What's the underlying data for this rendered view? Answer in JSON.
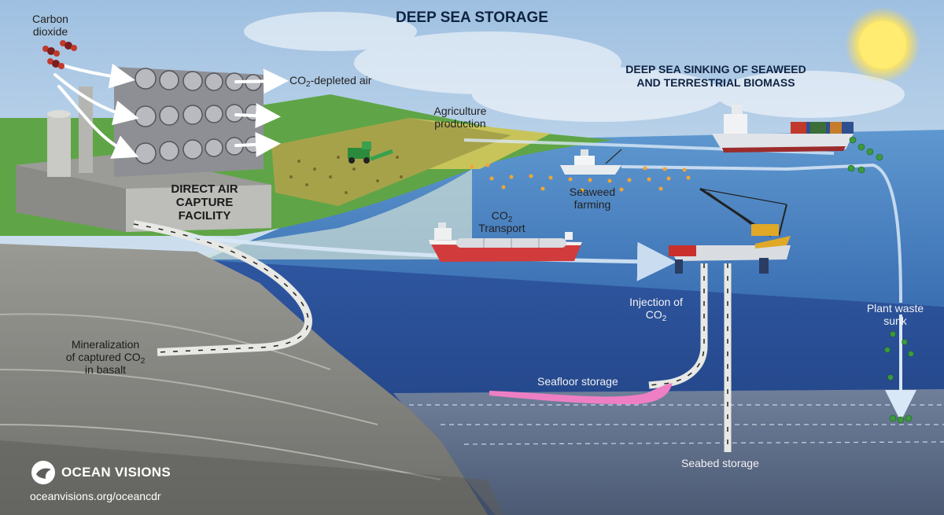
{
  "title": "DEEP SEA STORAGE",
  "subtitle_line1": "DEEP SEA SINKING OF SEAWEED",
  "subtitle_line2": "AND TERRESTRIAL BIOMASS",
  "labels": {
    "carbon_dioxide_1": "Carbon",
    "carbon_dioxide_2": "dioxide",
    "co2_depleted_pre": "CO",
    "co2_depleted_sub": "2",
    "co2_depleted_post": "-depleted air",
    "agriculture_1": "Agriculture",
    "agriculture_2": "production",
    "dac_1": "DIRECT AIR",
    "dac_2": "CAPTURE",
    "dac_3": "FACILITY",
    "seaweed_1": "Seaweed",
    "seaweed_2": "farming",
    "transport_pre": "CO",
    "transport_sub": "2",
    "transport_2": "Transport",
    "injection_1": "Injection of",
    "injection_pre": "CO",
    "injection_sub": "2",
    "mineral_1": "Mineralization",
    "mineral_2_pre": "of captured CO",
    "mineral_2_sub": "2",
    "mineral_3": "in basalt",
    "plant_waste_1": "Plant waste",
    "plant_waste_2": "sunk",
    "seafloor": "Seafloor storage",
    "seabed": "Seabed storage"
  },
  "brand": {
    "name": "OCEAN VISIONS",
    "url": "oceanvisions.org/oceancdr",
    "logo_icon": "ocean-visions-logo-icon"
  },
  "colors": {
    "sky": "#a9c8e4",
    "ocean_surface": "#4c86c4",
    "ocean_deep": "#27498f",
    "land_green": "#5fa547",
    "seafloor_grey": "#8c8c88",
    "seafloor_storage_pink": "#ee7fc4",
    "title_navy": "#0f2342"
  }
}
